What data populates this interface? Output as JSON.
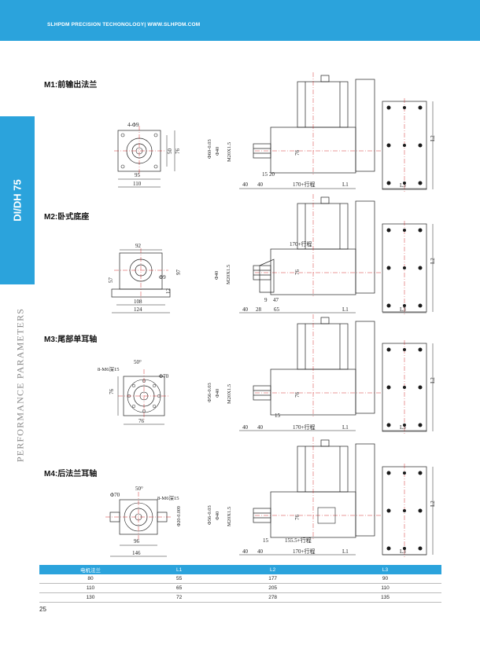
{
  "header": {
    "text": "SLHPDM PRECISION TECHONOLOGY|   WWW.SLHPDM.COM"
  },
  "side": {
    "tab": "DI/DH 75",
    "vertical_title": "PERFORMANCE PARAMETERS"
  },
  "sections": [
    {
      "title": "M1:前输出法兰",
      "front": {
        "hole_label": "4-Φ9",
        "dim_50": "50",
        "dim_76": "76",
        "dim_95": "95",
        "dim_110": "110"
      },
      "side": {
        "shaft_dia": "Φ60-0.03",
        "bore": "Φ40",
        "thread": "M20X1.5",
        "body": "76",
        "d15": "15",
        "d20": "20",
        "d40a": "40",
        "d40b": "40",
        "stroke": "170+行程",
        "l1": "L1"
      },
      "motor": {
        "l3": "L3",
        "l2": "L2"
      }
    },
    {
      "title": "M2:卧式底座",
      "front": {
        "dim_92": "92",
        "dim_57": "57",
        "hole": "Φ9",
        "dim_97": "97",
        "dim_12": "12",
        "dim_108": "108",
        "dim_124": "124"
      },
      "side": {
        "bore": "Φ40",
        "thread": "M20X1.5",
        "stroke": "170+行程",
        "body": "76",
        "d9": "9",
        "d47": "47",
        "d40": "40",
        "d28": "28",
        "d65": "65",
        "l1": "L1"
      },
      "motor": {
        "l3": "L3",
        "l2": "L2"
      }
    },
    {
      "title": "M3:尾部单耳轴",
      "front": {
        "angle": "50°",
        "screw": "8-M6深15",
        "dia": "Φ70",
        "dim_76v": "76",
        "dim_76h": "76"
      },
      "side": {
        "shaft_dia": "Φ56-0.03",
        "bore": "Φ40",
        "thread": "M20X1.5",
        "body": "76",
        "d15": "15",
        "d40a": "40",
        "d40b": "40",
        "stroke": "170+行程",
        "l1": "L1"
      },
      "motor": {
        "l3": "L3",
        "l2": "L2"
      }
    },
    {
      "title": "M4:后法兰耳轴",
      "front": {
        "dia": "Φ70",
        "angle": "50°",
        "screw": "8-M6深15",
        "pin": "Φ20-0.009",
        "dim_96": "96",
        "dim_146": "146"
      },
      "side": {
        "shaft_dia": "Φ56-0.03",
        "bore": "Φ40",
        "thread": "M20X1.5",
        "body": "76",
        "d15": "15",
        "stroke_a": "155.5+行程",
        "d40a": "40",
        "d40b": "40",
        "stroke_b": "170+行程",
        "l1": "L1"
      },
      "motor": {
        "l3": "L3",
        "l2": "L2"
      }
    }
  ],
  "table": {
    "headers": [
      "电机法兰",
      "L1",
      "L2",
      "L3"
    ],
    "rows": [
      [
        "80",
        "55",
        "177",
        "90"
      ],
      [
        "110",
        "65",
        "205",
        "110"
      ],
      [
        "130",
        "72",
        "278",
        "135"
      ]
    ]
  },
  "page_number": "25"
}
